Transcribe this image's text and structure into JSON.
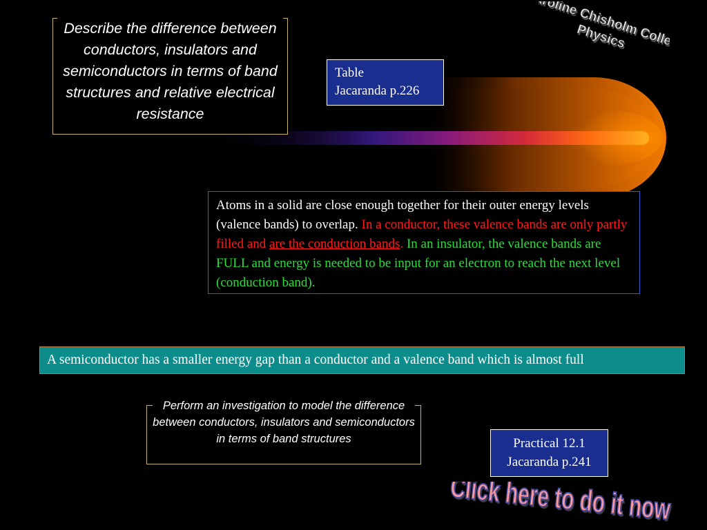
{
  "slide": {
    "logo": {
      "line1": "Caroline Chisholm College",
      "line2": "Physics"
    },
    "question": "Describe the difference between conductors, insulators and semiconductors in terms of band structures and relative electrical resistance",
    "reference1": {
      "line1": "Table",
      "line2": "Jacaranda p.226"
    },
    "atoms_text": {
      "part1": "Atoms in a solid are close enough together for their outer energy levels (valence bands) to overlap.",
      "part2": "In a conductor, these valence bands are only partly filled and",
      "part3": "are the conduction bands",
      "part4": ".",
      "part5": "In an insulator, the valence bands are FULL and energy is needed to be input for an electron to reach the next level (conduction band)."
    },
    "semiconductor_text": "A semiconductor has a smaller energy gap than a conductor and a valence band which is almost full",
    "investigation": "Perform an investigation to model the difference between conductors, insulators and semiconductors in terms of band structures",
    "reference2": {
      "line1": "Practical 12.1",
      "line2": "Jacaranda p.241"
    },
    "action_link": "Click here to do it now",
    "colors": {
      "background": "#000000",
      "reference_box": "#1a2e8f",
      "semiconductor_box": "#0d8c8c",
      "red_text": "#ff1b1b",
      "green_text": "#2ddc3e",
      "wordart_fill": "#ff9a9a"
    }
  }
}
